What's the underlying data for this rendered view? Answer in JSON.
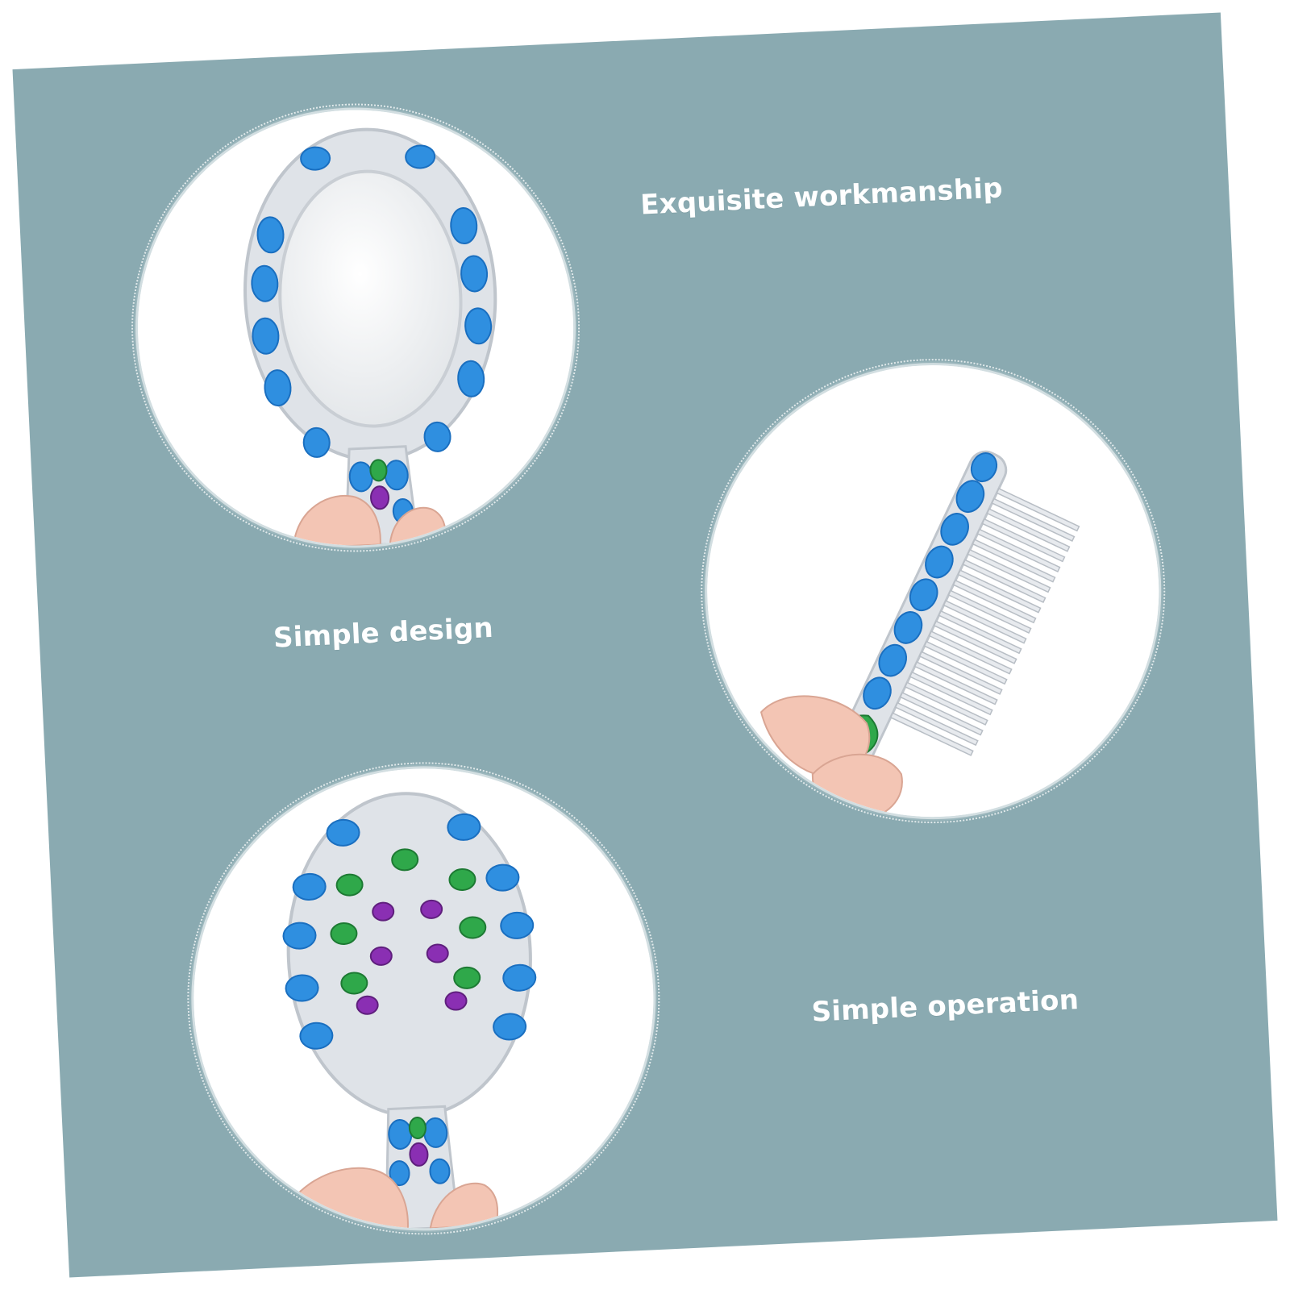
{
  "captions": {
    "top": "Exquisite workmanship",
    "middle": "Simple design",
    "bottom": "Simple operation"
  },
  "colors": {
    "background_panel": "#8aaab1",
    "caption_text": "#ffffff",
    "enamel_blue": "#2f8fe0",
    "enamel_green": "#2fa84a",
    "enamel_purple": "#8a2fb3",
    "silver": "#dfe3e8"
  }
}
